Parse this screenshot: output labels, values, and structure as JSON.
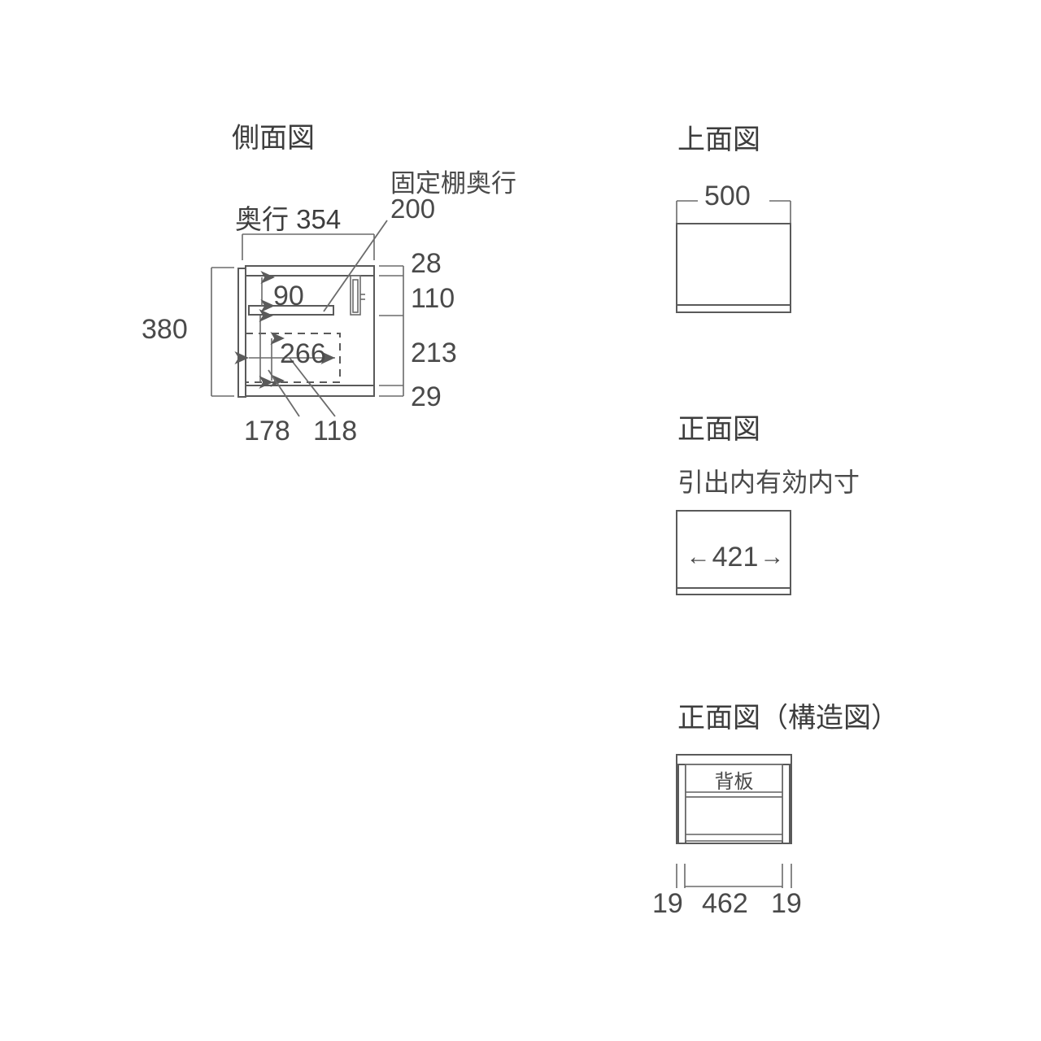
{
  "document": {
    "type": "furniture-dimension-drawing",
    "line_color": "#5a5a5a",
    "text_color": "#4a4a4a",
    "background": "#ffffff"
  },
  "side_view": {
    "title": "側面図",
    "depth_label": "奥行 354",
    "fixed_shelf_label": "固定棚奥行",
    "fixed_shelf_value": "200",
    "height_total": "380",
    "gap_90": "90",
    "inner_266": "266",
    "leader_178": "178",
    "leader_118": "118",
    "right_chain": [
      "28",
      "110",
      "213",
      "29"
    ]
  },
  "top_view": {
    "title": "上面図",
    "width_label": "500"
  },
  "front_view": {
    "title": "正面図",
    "subtitle": "引出内有効内寸",
    "inner_width": "421",
    "arrow_left": "←",
    "arrow_right": "→"
  },
  "structure_view": {
    "title": "正面図（構造図）",
    "back_panel_label": "背板",
    "dims": [
      "19",
      "462",
      "19"
    ]
  }
}
